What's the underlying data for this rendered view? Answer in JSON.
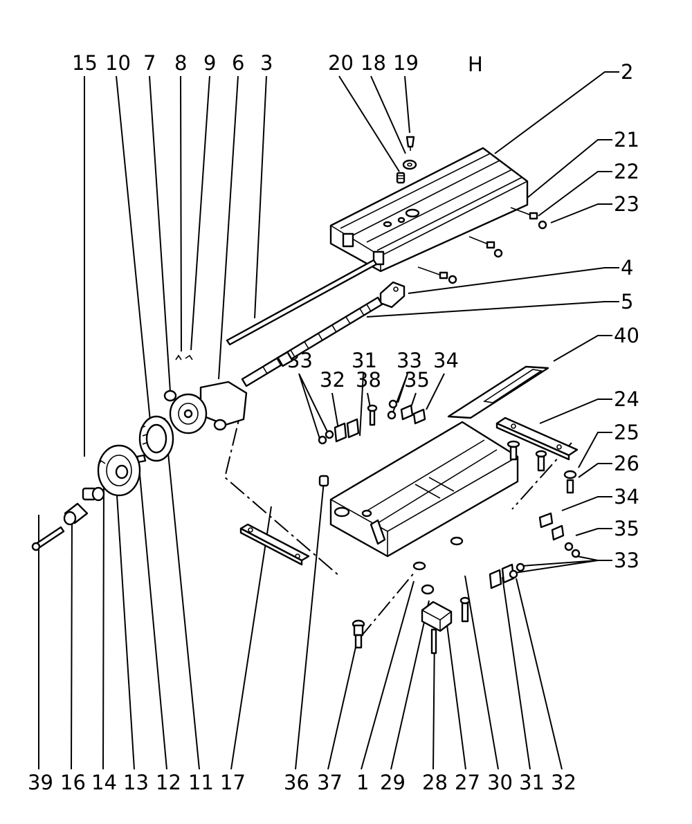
{
  "figure_letter": "H",
  "labels": {
    "p1": "1",
    "p2": "2",
    "p3": "3",
    "p4": "4",
    "p5": "5",
    "p6": "6",
    "p7": "7",
    "p8": "8",
    "p9": "9",
    "p10": "10",
    "p11": "11",
    "p12": "12",
    "p13": "13",
    "p14": "14",
    "p15": "15",
    "p16": "16",
    "p17": "17",
    "p18": "18",
    "p19": "19",
    "p20": "20",
    "p21": "21",
    "p22": "22",
    "p23": "23",
    "p24": "24",
    "p25": "25",
    "p26": "26",
    "p27": "27",
    "p28": "28",
    "p29": "29",
    "p30": "30",
    "p31": "31",
    "p32": "32",
    "p33": "33",
    "p34": "34",
    "p35": "35",
    "p36": "36",
    "p37": "37",
    "p38": "38",
    "p39": "39",
    "p40": "40"
  }
}
